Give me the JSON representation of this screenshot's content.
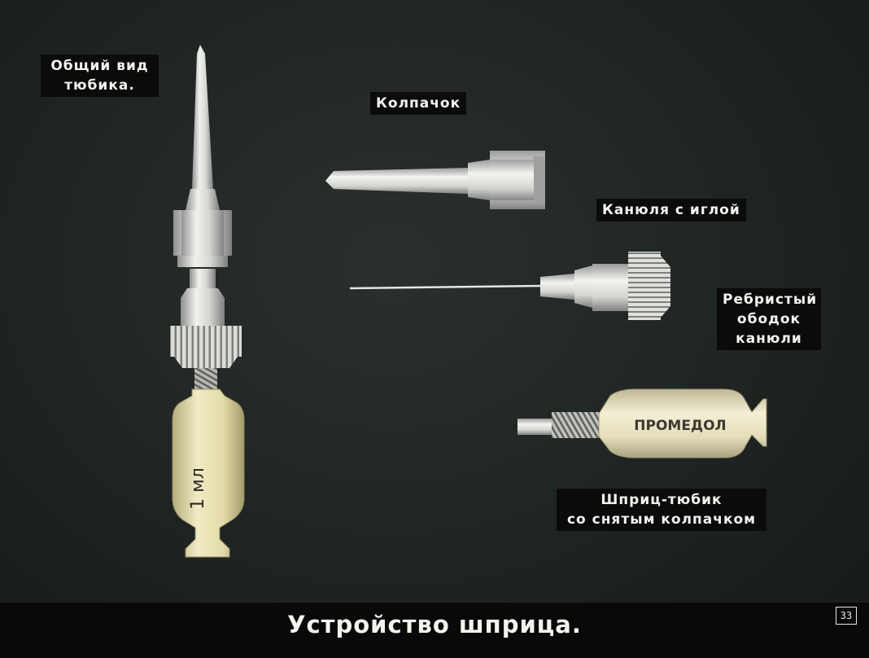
{
  "labels": {
    "general_line1": "Общий вид",
    "general_line2": "тюбика.",
    "cap": "Колпачок",
    "cannula": "Канюля с иглой",
    "ribbed_line1": "Ребристый",
    "ribbed_line2": "ободок",
    "ribbed_line3": "канюли",
    "syringe_line1": "Шприц-тюбик",
    "syringe_line2": "со снятым колпачком"
  },
  "tube_volume_text": "1 мл",
  "tube_brand_text": "ПРОМЕДОЛ",
  "caption": "Устройство шприца.",
  "frame_number": "33",
  "colors": {
    "background": "#1f2423",
    "metal": "#d9d9d6",
    "tube": "#e9e2b4",
    "label_bg": "#0b0b0b"
  }
}
